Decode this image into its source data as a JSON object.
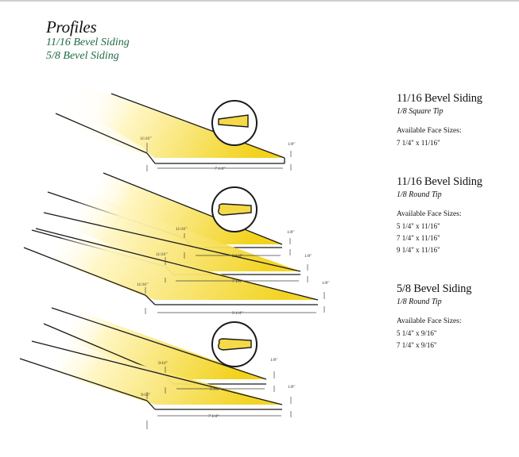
{
  "page": {
    "title": "Profiles",
    "subtitles": [
      "11/16 Bevel Siding",
      "5/8 Bevel Siding"
    ]
  },
  "specs": [
    {
      "name": "11/16 Bevel Siding",
      "tip": "1/8 Square Tip",
      "available_label": "Available Face Sizes:",
      "sizes": [
        "7 1/4\" x 11/16\""
      ]
    },
    {
      "name": "11/16 Bevel Siding",
      "tip": "1/8 Round Tip",
      "available_label": "Available Face Sizes:",
      "sizes": [
        "5 1/4\" x 11/16\"",
        "7 1/4\" x 11/16\"",
        "9 1/4\" x 11/16\""
      ]
    },
    {
      "name": "5/8 Bevel Siding",
      "tip": "1/8 Round Tip",
      "available_label": "Available Face Sizes:",
      "sizes": [
        "5 1/4\" x 9/16\"",
        "7 1/4\" x 9/16\""
      ]
    }
  ],
  "dims": {
    "p1": {
      "thick": "11/16\"",
      "tip": "1/8\"",
      "width": "7 1/4\""
    },
    "p2a": {
      "thick": "11/16\"",
      "tip": "1/8\"",
      "width": "5 1/4\""
    },
    "p2b": {
      "thick": "11/16\"",
      "tip": "1/8\"",
      "width": "7 1/4\""
    },
    "p2c": {
      "thick": "11/16\"",
      "tip": "1/8\"",
      "width": "9 1/4\""
    },
    "p3a": {
      "thick": "9/16\"",
      "tip": "1/8\"",
      "width": "5 1/4\""
    },
    "p3b": {
      "thick": "9/16\"",
      "tip": "1/8\"",
      "width": "7 1/4\""
    }
  },
  "colors": {
    "board_light": "#fff6c4",
    "board_dark": "#f2d21b",
    "edge": "#1a1a1a",
    "accent_green": "#1f6b46"
  }
}
